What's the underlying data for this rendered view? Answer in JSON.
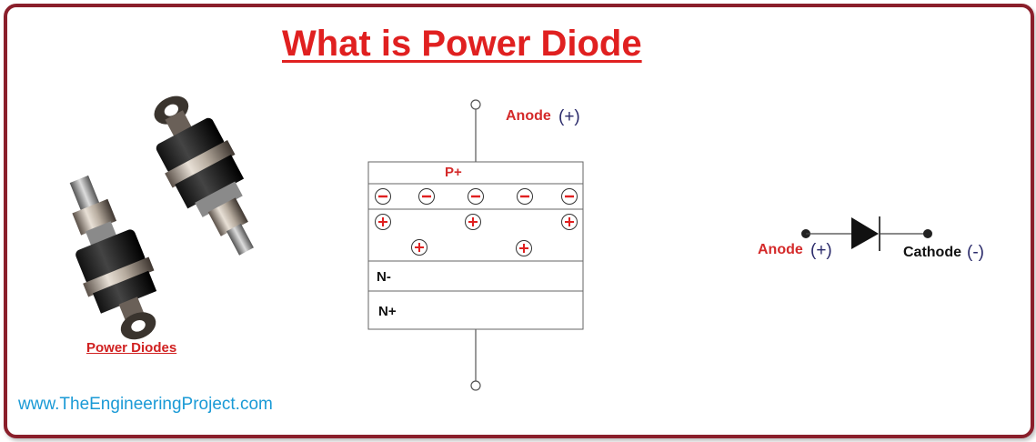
{
  "title": "What is Power Diode",
  "photo": {
    "caption": "Power Diodes"
  },
  "website": "www.TheEngineeringProject.com",
  "structure": {
    "anode_label": "Anode",
    "anode_sign": "(+)",
    "layers": [
      "P+",
      "N-",
      "N+"
    ],
    "negative_charges": 5,
    "positive_charges": 5
  },
  "symbol": {
    "anode_label": "Anode",
    "anode_sign": "(+)",
    "cathode_label": "Cathode",
    "cathode_sign": "(-)"
  },
  "colors": {
    "border": "#8a1f2b",
    "title": "#e02020",
    "label_red": "#d42a2a",
    "website": "#1a9ad6"
  }
}
